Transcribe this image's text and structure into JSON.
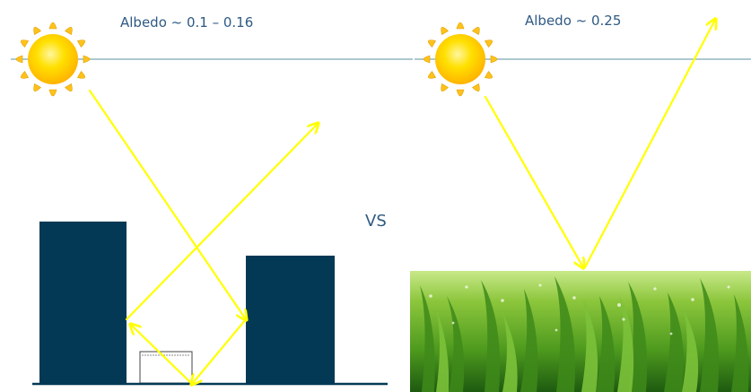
{
  "left_panel": {
    "albedo_label": "Albedo ~ 0.1 – 0.16"
  },
  "right_panel": {
    "albedo_label": "Albedo ~ 0.25"
  },
  "separator_label": "VS",
  "colors": {
    "building": "#043955",
    "ray": "#ffff00",
    "horizon_line": "#7aa9b5",
    "label_text": "#2f5a84",
    "sun_core": "#ffd400",
    "sun_rays": "#ffc21a",
    "grass_light": "#a7d84a",
    "grass_dark": "#1f6b12"
  }
}
